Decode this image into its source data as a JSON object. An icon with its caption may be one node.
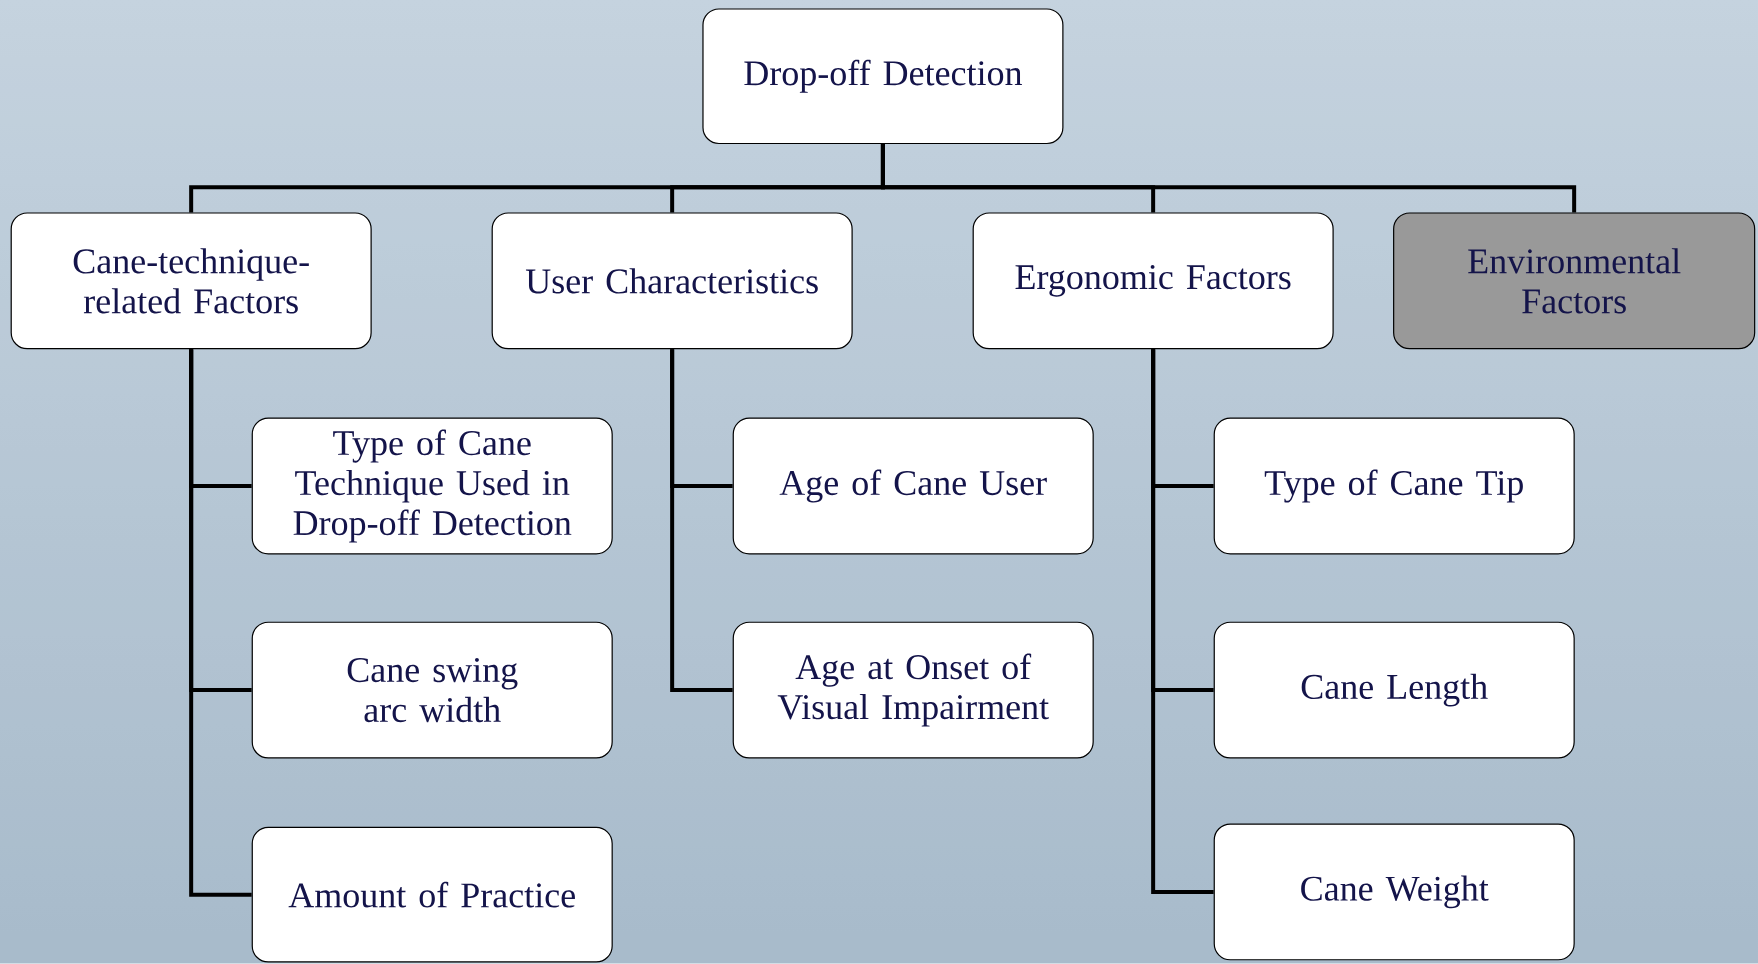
{
  "diagram": {
    "nodes": [
      {
        "text": [
          "Drop-off Detection"
        ]
      },
      {
        "text": [
          "Cane-technique-related Factors"
        ]
      },
      {
        "text": [
          "User Characteristics"
        ]
      },
      {
        "text": [
          "Ergonomic Factors"
        ]
      },
      {
        "text": [
          "Environmental Factors"
        ]
      },
      {
        "text": [
          "Type of Cane Technique Used in Drop-off Detection"
        ]
      },
      {
        "text": [
          "Cane swing arc width"
        ]
      },
      {
        "text": [
          "Amount of Practice"
        ]
      },
      {
        "text": [
          "Age of Cane User"
        ]
      },
      {
        "text": [
          "Age at Onset of Visual Impairment"
        ]
      },
      {
        "text": [
          "Type of Cane Tip"
        ]
      },
      {
        "text": [
          "Cane Length"
        ]
      },
      {
        "text": [
          "Cane Weight"
        ]
      }
    ],
    "edges": [
      {
        "from": 0,
        "to": 1,
        "arrow": "none"
      },
      {
        "from": 0,
        "to": 2,
        "arrow": "none"
      },
      {
        "from": 0,
        "to": 3,
        "arrow": "none"
      },
      {
        "from": 0,
        "to": 4,
        "arrow": "none"
      },
      {
        "from": 1,
        "to": 5,
        "arrow": "none"
      },
      {
        "from": 1,
        "to": 6,
        "arrow": "none"
      },
      {
        "from": 1,
        "to": 7,
        "arrow": "none"
      },
      {
        "from": 2,
        "to": 8,
        "arrow": "none"
      },
      {
        "from": 2,
        "to": 9,
        "arrow": "none"
      },
      {
        "from": 3,
        "to": 10,
        "arrow": "none"
      },
      {
        "from": 3,
        "to": 11,
        "arrow": "none"
      },
      {
        "from": 3,
        "to": 12,
        "arrow": "none"
      }
    ]
  }
}
